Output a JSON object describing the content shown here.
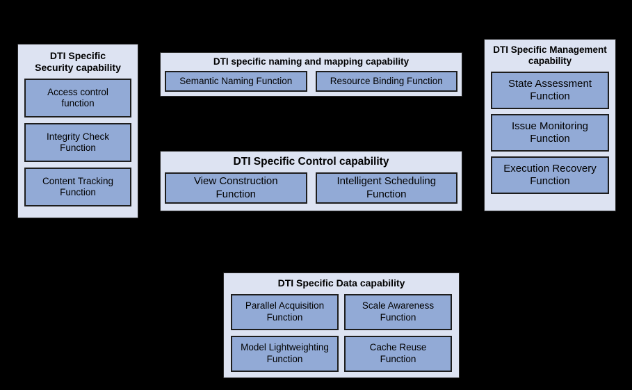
{
  "diagram": {
    "background_color": "#000000",
    "container_color": "#dde3f2",
    "function_box_color": "#92aad6",
    "border_color": "#1d1d1d",
    "capabilities": [
      {
        "id": "security",
        "title": "DTI Specific Security capability",
        "title_lines": [
          "DTI Specific",
          "Security capability"
        ],
        "layout": "vertical",
        "functions": [
          {
            "label": "Access control function",
            "lines": [
              "Access control",
              "function"
            ]
          },
          {
            "label": "Integrity Check Function",
            "lines": [
              "Integrity Check",
              "Function"
            ]
          },
          {
            "label": "Content Tracking Function",
            "lines": [
              "Content Tracking",
              "Function"
            ]
          }
        ]
      },
      {
        "id": "naming",
        "title": "DTI specific naming and mapping capability",
        "title_lines": [
          "DTI specific naming and mapping capability"
        ],
        "layout": "row",
        "functions": [
          {
            "label": "Semantic Naming Function",
            "lines": [
              "Semantic Naming Function"
            ]
          },
          {
            "label": "Resource Binding Function",
            "lines": [
              "Resource Binding Function"
            ]
          }
        ]
      },
      {
        "id": "control",
        "title": "DTI Specific Control capability",
        "title_lines": [
          "DTI Specific Control capability"
        ],
        "layout": "row",
        "functions": [
          {
            "label": "View Construction Function",
            "lines": [
              "View Construction",
              "Function"
            ]
          },
          {
            "label": "Intelligent Scheduling Function",
            "lines": [
              "Intelligent Scheduling",
              "Function"
            ]
          }
        ]
      },
      {
        "id": "management",
        "title": "DTI Specific Management capability",
        "title_lines": [
          "DTI Specific Management",
          "capability"
        ],
        "layout": "vertical",
        "functions": [
          {
            "label": "State Assessment Function",
            "lines": [
              "State Assessment",
              "Function"
            ]
          },
          {
            "label": "Issue Monitoring Function",
            "lines": [
              "Issue Monitoring",
              "Function"
            ]
          },
          {
            "label": "Execution Recovery Function",
            "lines": [
              "Execution Recovery",
              "Function"
            ]
          }
        ]
      },
      {
        "id": "data",
        "title": "DTI Specific Data capability",
        "title_lines": [
          "DTI Specific Data capability"
        ],
        "layout": "row",
        "functions": [
          {
            "label": "Parallel Acquisition Function",
            "lines": [
              "Parallel Acquisition",
              "Function"
            ]
          },
          {
            "label": "Scale Awareness Function",
            "lines": [
              "Scale Awareness",
              "Function"
            ]
          },
          {
            "label": "Model Lightweighting Function",
            "lines": [
              "Model Lightweighting",
              "Function"
            ]
          },
          {
            "label": "Cache Reuse Function",
            "lines": [
              "Cache Reuse",
              "Function"
            ]
          }
        ]
      }
    ]
  }
}
